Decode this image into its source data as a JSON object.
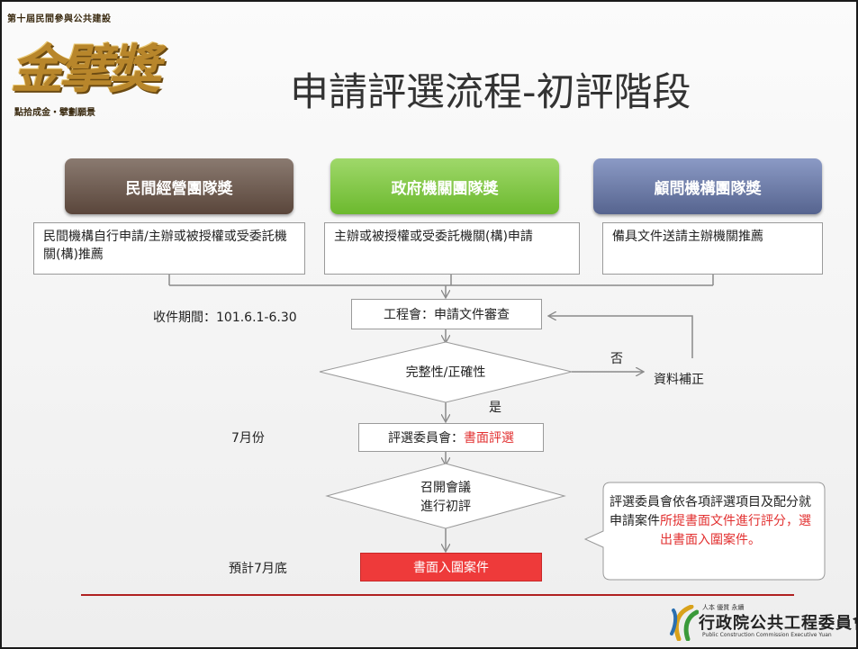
{
  "logo": {
    "top_text": "第十屆民間參與公共建設",
    "main_text": "金擘獎",
    "bottom_text": "點拾成金・擘劃願景"
  },
  "title": "申請評選流程-初評階段",
  "categories": [
    {
      "label": "民間經營團隊獎",
      "description": "民間機構自行申請/主辦或被授權或受委託機關(構)推薦"
    },
    {
      "label": "政府機關團隊獎",
      "description": "主辦或被授權或受委託機關(構)申請"
    },
    {
      "label": "顧問機構團隊獎",
      "description": "備具文件送請主辦機關推薦"
    }
  ],
  "flow": {
    "collection_period": "收件期間：101.6.1-6.30",
    "review_step": "工程會：申請文件審查",
    "check_decision": "完整性/正確性",
    "no_label": "否",
    "supplement": "資料補正",
    "yes_label": "是",
    "month_label": "7月份",
    "panel_prefix": "評選委員會：",
    "panel_highlight": "書面評選",
    "meeting_line1": "召開會議",
    "meeting_line2": "進行初評",
    "expected_label": "預計7月底",
    "shortlist": "書面入圍案件"
  },
  "callout": {
    "part1": "評選委員會依各項評選項目及配分就申請案件",
    "part2": "所提書面文件進行評分，選出書面入圍案件。"
  },
  "footer": {
    "org_tagline": "人本 優質 永續",
    "org_name": "行政院公共工程委員會",
    "org_english": "Public Construction Commission Executive Yuan"
  },
  "colors": {
    "private": "#5a463b",
    "gov": "#6cb92e",
    "consult": "#56648f",
    "highlight": "#e23030",
    "shortlist_fill": "#ee3a3a"
  }
}
